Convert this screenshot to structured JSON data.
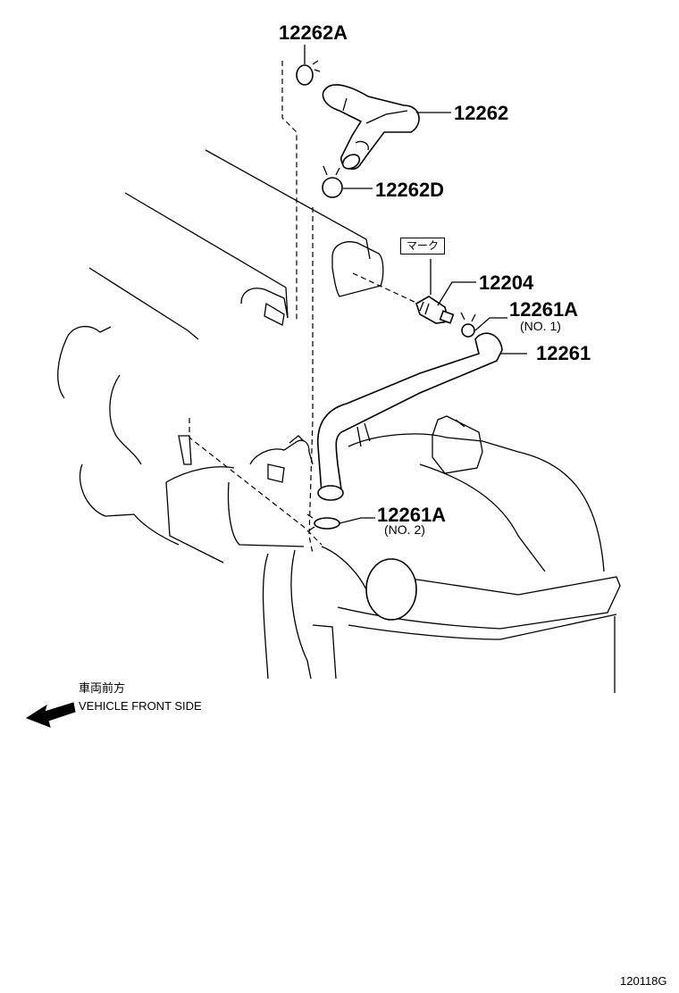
{
  "parts": {
    "p_12262A": "12262A",
    "p_12262": "12262",
    "p_12262D": "12262D",
    "p_12204": "12204",
    "p_12261A_1": "12261A",
    "p_12261A_1_note": "(NO. 1)",
    "p_12261": "12261",
    "p_12261A_2": "12261A",
    "p_12261A_2_note": "(NO. 2)"
  },
  "mark_label": "マーク",
  "direction": {
    "jp": "車両前方",
    "en": "VEHICLE FRONT SIDE"
  },
  "figure_code": "120118G"
}
